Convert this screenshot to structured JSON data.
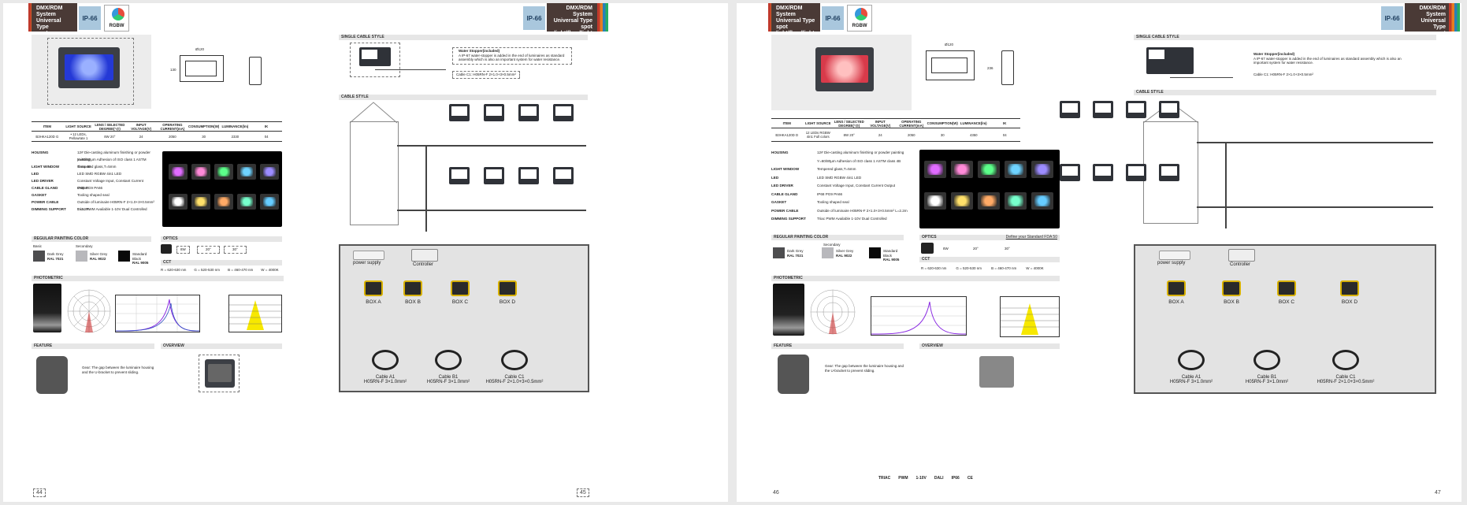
{
  "header": {
    "title_lines": [
      "DMX/RDM System",
      "Universal Type",
      "spot light/floodlight",
      "RGB+W"
    ],
    "ip_rating": "IP-66",
    "rgbw_label": "RGBW"
  },
  "sections": {
    "single_cable": "SINGLE CABLE STYLE",
    "cable_style": "CABLE STYLE",
    "regular_color": "REGULAR PAINTING COLOR",
    "optics": "OPTICS",
    "photometric": "PHOTOMETRIC",
    "feature": "FEATURE",
    "overview": "OVERVIEW",
    "cct": "CCT"
  },
  "dims": {
    "width": "Ø120",
    "height_l": "130",
    "height_r": "236"
  },
  "left_table": {
    "headers": [
      "ITEM",
      "LIGHT SOURCE",
      "LENS / SELECTED DEGREE(°@)",
      "INPUT VOLTAGE(V)",
      "OPERATING CURRENT(mA)",
      "CONSUMPTION(W)",
      "LUMINANCE(lm)",
      "IK"
    ],
    "row": [
      "B3HKA120D G",
      "• 12 LEDs, Pellowrate 1",
      "8W 20°",
      "24",
      "2050",
      "30",
      "2330",
      "04"
    ]
  },
  "right_table": {
    "headers": [
      "ITEM",
      "LIGHT SOURCE",
      "LENS / SELECTED DEGREE(°@)",
      "INPUT VOLTAGE(V)",
      "OPERATING CURRENT(mA)",
      "CONSUMPTION(W)",
      "LUMINANCE(lm)",
      "IK"
    ],
    "row": [
      "B3HKA120D D",
      "12 LEDs RGBW 4in1 Full colors",
      "8W 20°",
      "24",
      "2050",
      "30",
      "4350",
      "04"
    ]
  },
  "specs": [
    {
      "k": "HOUSING",
      "v": "12# Die-casting aluminum finishing or powder painting"
    },
    {
      "k": "",
      "v": "Y=60/80μm Adhesion of ISO class 1 ASTM class 4B"
    },
    {
      "k": "LIGHT WINDOW",
      "v": "Tempered glass,T=5mm"
    },
    {
      "k": "LED",
      "v": "LED SMD RGBW 4in1 LED"
    },
    {
      "k": "LED DRIVER",
      "v": "Constant Voltage Input, Constant Current Output"
    },
    {
      "k": "CABLE GLAND",
      "v": "IP68 PG9 PA66"
    },
    {
      "k": "GASKET",
      "v": "Tooling shaped seal"
    },
    {
      "k": "POWER CABLE",
      "v": "Outside of luminaire H05RN-F 2×1.0+3×0.5mm² L=2.2m"
    },
    {
      "k": "DIMMING SUPPORT",
      "v": "Triac PWM Available 1-10V Dual Controlled"
    }
  ],
  "colors": {
    "labels": [
      "Basic",
      "Secondary"
    ],
    "items": [
      {
        "name": "Dark Grey",
        "ral": "RAL 7021",
        "hex": "#4d4d4f"
      },
      {
        "name": "Silver Grey",
        "ral": "RAL 9022",
        "hex": "#b8b8bc"
      },
      {
        "name": "Standard Black",
        "ral": "RAL 9005",
        "hex": "#0a0a0a"
      }
    ]
  },
  "optics": {
    "angles": [
      "8W",
      "20°",
      "30°"
    ],
    "right_note": "Define your Standard FDA 50"
  },
  "cct": {
    "items": [
      "R = 620-630 nm",
      "G = 520-530 nm",
      "B = 460-470 nm",
      "W = 4000K"
    ]
  },
  "wiring": {
    "water_stopper_title": "Water Stopper(included)",
    "water_stopper_text": "A IP-67 water-stopper is added in the end of luminaires as standard assembly which is also an important system for water resistance.",
    "cable_c1": "Cable C1: H05RN-F 2×1.0+3×0.5mm²",
    "power_supply": "power supply",
    "controller": "Controller",
    "boxes": [
      "BOX A",
      "BOX B",
      "BOX C",
      "BOX D"
    ],
    "cables": [
      {
        "name": "Cable A1",
        "spec": "H05RN-F 3×1.0mm²"
      },
      {
        "name": "Cable B1",
        "spec": "H05RN-F 3×1.0mm²"
      },
      {
        "name": "Cable C1",
        "spec": "H05RN-F 2×1.0+3×0.5mm²"
      }
    ]
  },
  "feature_text": "Gear: The gap between the luminaire housing and the U-bracket to prevent sliding.",
  "page_numbers": {
    "p1": "44",
    "p2": "45",
    "p3": "46",
    "p4": "47"
  },
  "certs": [
    "TRIAC",
    "PWM",
    "1-10V",
    "DALI",
    "IP66",
    "CE"
  ],
  "tile_colors": [
    "#e06cff",
    "#ff8ad8",
    "#5cff8a",
    "#6fd3ff",
    "#9c8cff",
    "#ffffff",
    "#ffe06a",
    "#ffaa66",
    "#77ffcc",
    "#66ccff"
  ]
}
